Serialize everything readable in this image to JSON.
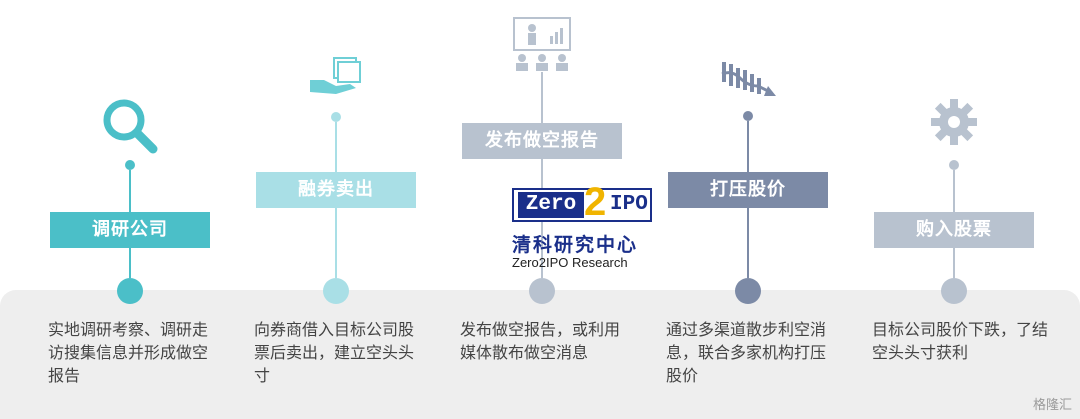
{
  "steps": [
    {
      "label": "调研公司",
      "desc": "实地调研考察、调研走访搜集信息并形成做空报告",
      "color": "#4bbfc8",
      "icon": "magnifier-icon"
    },
    {
      "label": "融券卖出",
      "desc": "向券商借入目标公司股票后卖出，建立空头头寸",
      "color": "#a9dfe6",
      "icon": "hand-document-icon"
    },
    {
      "label": "发布做空报告",
      "desc": "发布做空报告，或利用媒体散布做空消息",
      "color": "#b8c2cf",
      "icon": "presentation-icon"
    },
    {
      "label": "打压股价",
      "desc": "通过多渠道散步利空消息，联合多家机构打压股价",
      "color": "#7c8aa6",
      "icon": "falling-chart-icon"
    },
    {
      "label": "购入股票",
      "desc": "目标公司股价下跌，了结空头头寸获利",
      "color": "#b8c2cf",
      "icon": "gear-icon"
    }
  ],
  "logo": {
    "zero": "Zero",
    "two": "2",
    "ipo": "IPO",
    "cn": "清科研究中心",
    "en": "Zero2IPO Research"
  },
  "watermark": "格隆汇"
}
